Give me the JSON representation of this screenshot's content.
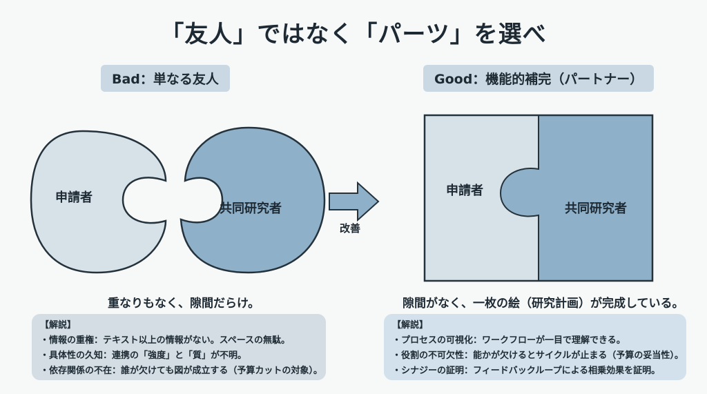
{
  "title": "「友人」ではなく「パーツ」を選べ",
  "bad": {
    "tag": "Bad：単なる友人",
    "piece_left": "申請者",
    "piece_right": "共同研究者",
    "caption": "重なりもなく、隙間だらけ。",
    "explain_heading": "【解説】",
    "points": [
      "・情報の重権：テキスト以上の情報がない。スペースの無駄。",
      "・具体性の久知：連携の「強度」と「質」が不明。",
      "・依存関係の不在：誰が欠けても図が成立する（予算カットの対象）。"
    ]
  },
  "arrow_label": "改善",
  "good": {
    "tag": "Good：機能的補完（パートナー）",
    "piece_left": "申請者",
    "piece_right": "共同研究者",
    "caption": "隙間がなく、一枚の絵（研究計画）が完成している。",
    "explain_heading": "【解説】",
    "points": [
      "・プロセスの可視化：ワークフローが一目で理解できる。",
      "・役割の不可欠性：能かが欠けるとサイクルが止まる（予算の妥当性）。",
      "・シナジーの証明：フィードバックループによる相乗効果を証明。"
    ]
  },
  "colors": {
    "light": "#d7e1e8",
    "dark": "#8fb0c9",
    "stroke": "#24323c",
    "box_bad": "#d3dde3",
    "box_good": "#d2e1ec"
  }
}
